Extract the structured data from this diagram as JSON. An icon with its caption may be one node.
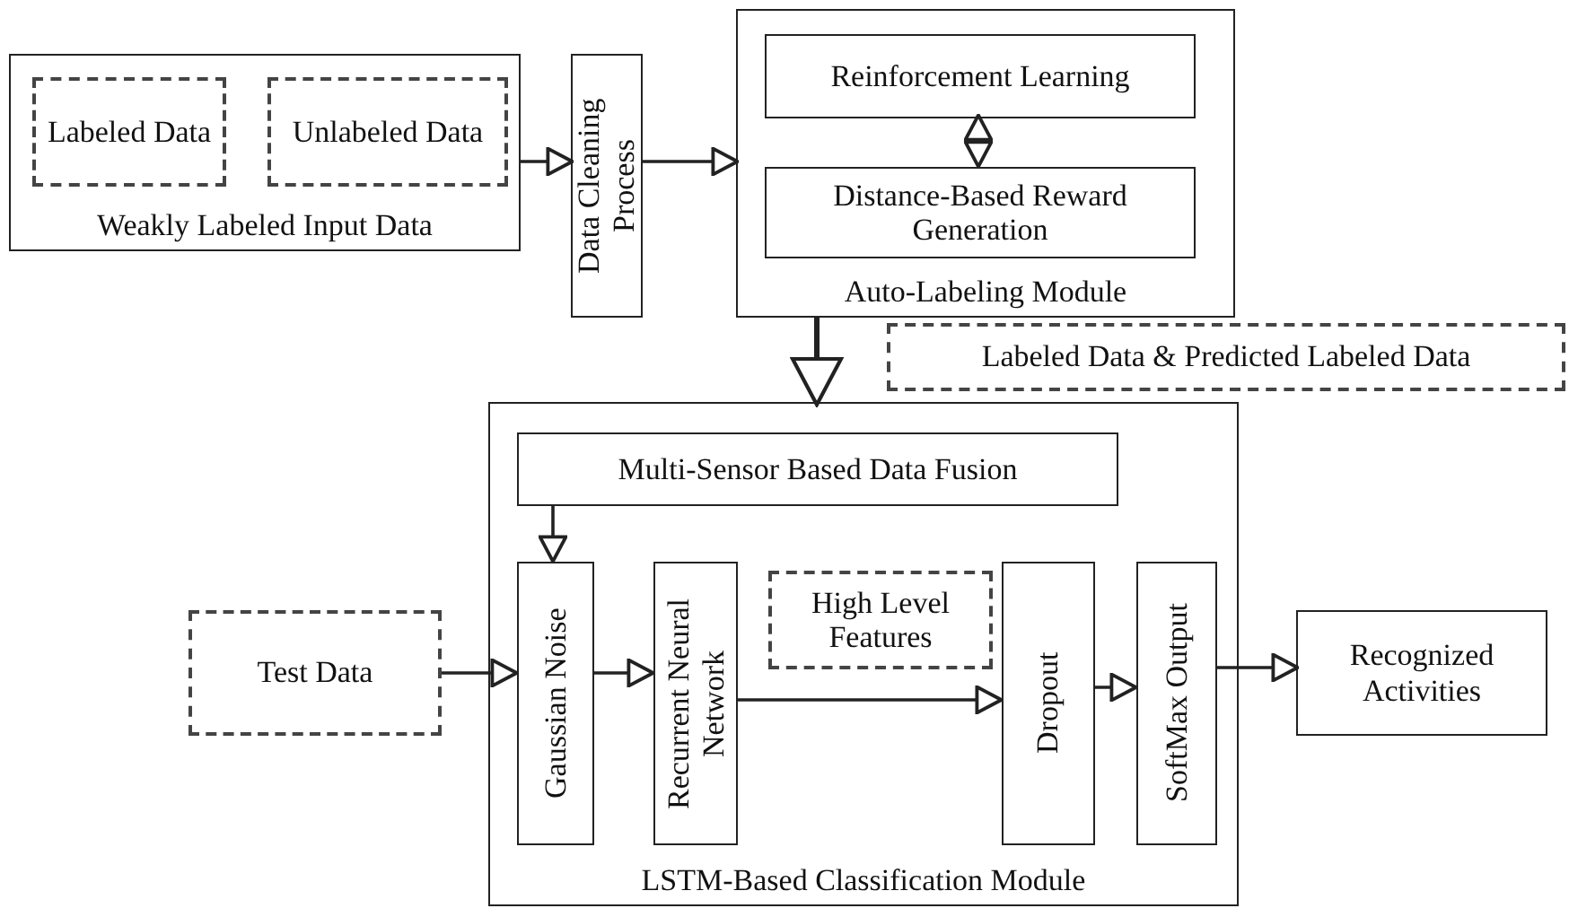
{
  "diagram": {
    "nodes": [
      {
        "text": [
          "Weakly Labeled Input Data"
        ]
      },
      {
        "text": [
          "Labeled Data"
        ],
        "in": 0
      },
      {
        "text": [
          "Unlabeled Data"
        ],
        "in": 0
      },
      {
        "text": [
          "Data Cleaning Process"
        ]
      },
      {
        "text": [
          "Auto-Labeling Module"
        ]
      },
      {
        "text": [
          "Reinforcement Learning"
        ],
        "in": 4
      },
      {
        "text": [
          "Distance-Based Reward Generation"
        ],
        "in": 4
      },
      {
        "text": [
          "Labeled Data & Predicted Labeled Data"
        ]
      },
      {
        "text": [
          "LSTM-Based Classification Module"
        ]
      },
      {
        "text": [
          "Multi-Sensor Based Data Fusion"
        ],
        "in": 8
      },
      {
        "text": [
          "Gaussian Noise"
        ],
        "in": 8
      },
      {
        "text": [
          "Recurrent Neural Network"
        ],
        "in": 8
      },
      {
        "text": [
          "High Level Features"
        ],
        "in": 8
      },
      {
        "text": [
          "Dropout"
        ],
        "in": 8
      },
      {
        "text": [
          "SoftMax Output"
        ],
        "in": 8
      },
      {
        "text": [
          "Test Data"
        ]
      },
      {
        "text": [
          "Recognized Activities"
        ]
      }
    ],
    "edges": [
      {
        "from": 0,
        "to": 3,
        "arrow": "to"
      },
      {
        "from": 3,
        "to": 4,
        "arrow": "to"
      },
      {
        "from": 5,
        "to": 6,
        "arrow": "both"
      },
      {
        "from": 4,
        "to": 8,
        "arrow": "to"
      },
      {
        "from": 9,
        "to": 10,
        "arrow": "to"
      },
      {
        "from": 15,
        "to": 10,
        "arrow": "to"
      },
      {
        "from": 10,
        "to": 11,
        "arrow": "to"
      },
      {
        "from": 11,
        "to": 13,
        "arrow": "to"
      },
      {
        "from": 13,
        "to": 14,
        "arrow": "to"
      },
      {
        "from": 14,
        "to": 16,
        "arrow": "to"
      }
    ]
  }
}
